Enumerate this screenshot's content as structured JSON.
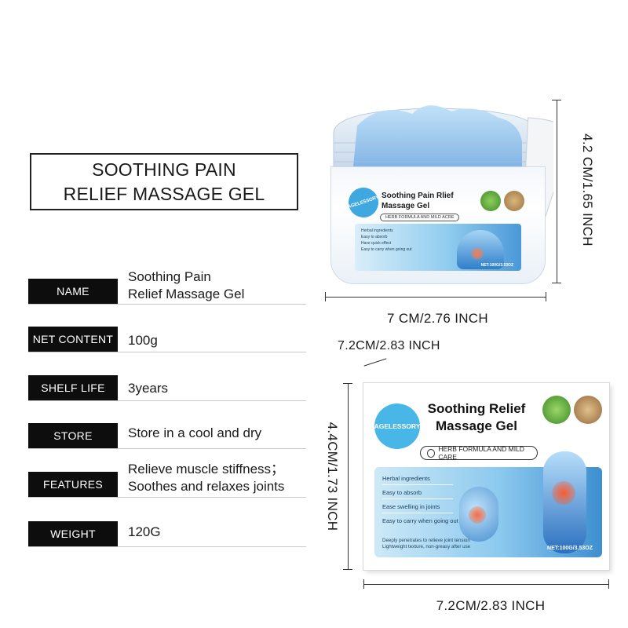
{
  "title": {
    "line1": "SOOTHING PAIN",
    "line2": "RELIEF MASSAGE GEL"
  },
  "specs": [
    {
      "label": "NAME",
      "value_lines": [
        "Soothing Pain",
        "Relief Massage Gel"
      ]
    },
    {
      "label": "NET  CONTENT",
      "value_lines": [
        "100g"
      ]
    },
    {
      "label": "SHELF LIFE",
      "value_lines": [
        "3years"
      ]
    },
    {
      "label": "STORE",
      "value_lines": [
        "Store in a cool and dry"
      ]
    },
    {
      "label": "FEATURES",
      "value_lines": [
        "Relieve muscle stiffness；",
        "Soothes and relaxes joints"
      ]
    },
    {
      "label": "WEIGHT",
      "value_lines": [
        "120G"
      ]
    }
  ],
  "dimensions": {
    "jar_height": "4.2 CM/1.65 INCH",
    "jar_width": "7 CM/2.76 INCH",
    "box_depth": "7.2CM/2.83 INCH",
    "box_height": "4.4CM/1.73 INCH",
    "box_width": "7.2CM/2.83 INCH"
  },
  "jar": {
    "brand": "AGELESSORY",
    "title_line1": "Soothing Pain Rlief",
    "title_line2": "Massage Gel",
    "ribbon": "HERB FORMULA AND MILD ACRE",
    "features": [
      "Herbal ingredients",
      "Easy to absorb",
      "Have quick effect",
      "Easy to carry when going out"
    ],
    "net": "NET:100G/3.53OZ"
  },
  "box": {
    "brand": "AGELESSORY",
    "title_line1": "Soothing Relief",
    "title_line2": "Massage Gel",
    "ribbon": "HERB FORMULA AND MILD CARE",
    "features": [
      "Herbal ingredients",
      "Easy to absorb",
      "Ease swelling in joints",
      "Easy to carry when going out"
    ],
    "description_line1": "Deeply penetrates to relieve joint tension",
    "description_line2": "Lightweight texture, non-greasy after use",
    "net": "NET:100G/3.53OZ"
  },
  "colors": {
    "label_bg": "#0d0d0d",
    "gel_blue": "#8fc3ee",
    "brand_blue": "#48b7e8",
    "pain_red": "#e8452c"
  }
}
